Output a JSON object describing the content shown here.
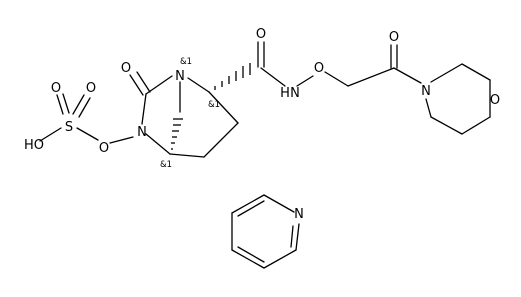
{
  "structure": {
    "atom_labels": {
      "ring_carbonyl_O": "O",
      "bridge_N": "N",
      "sulfate_N": "N",
      "sulfate_link_O": "O",
      "sulfate_S": "S",
      "sulfate_O_top_left": "O",
      "sulfate_O_top_right": "O",
      "sulfate_OH": "HO",
      "amide_O": "O",
      "amide_NH": "H",
      "amide_N": "N",
      "oxyamine_O": "O",
      "ketone_O": "O",
      "morpholine_N": "N",
      "morpholine_O": "O",
      "pyridine_N": "N"
    },
    "stereo_labels": {
      "bridge_N": "&1",
      "c2": "&1",
      "c5": "&1"
    }
  }
}
